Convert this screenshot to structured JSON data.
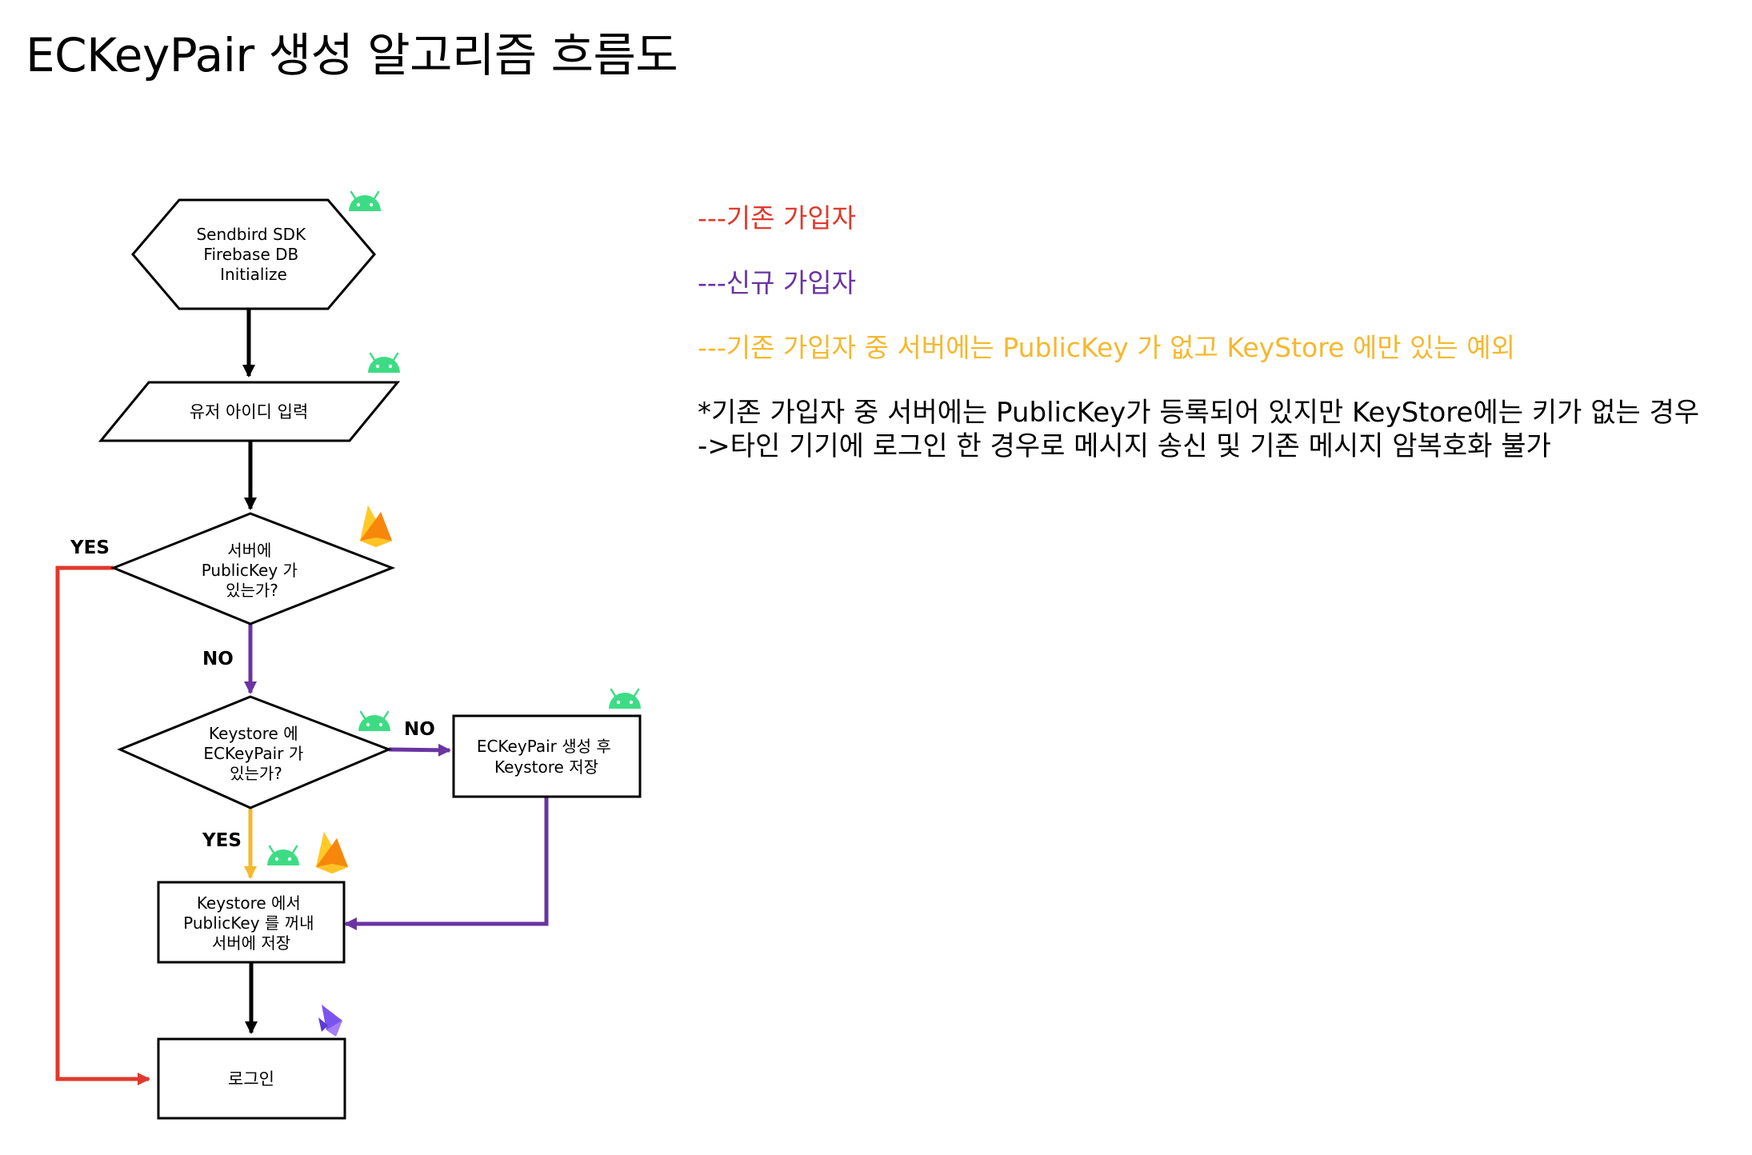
{
  "title": "ECKeyPair 생성 알고리즘 흐름도",
  "nodes": {
    "init": [
      "Sendbird SDK",
      "Firebase DB",
      "Initialize"
    ],
    "input_user_id": "유저 아이디 입력",
    "server_has_key": [
      "서버에",
      "PublicKey 가",
      "있는가?"
    ],
    "keystore_has_pair": [
      "Keystore 에",
      "ECKeyPair 가",
      "있는가?"
    ],
    "generate_pair": [
      "ECKeyPair 생성 후",
      "Keystore 저장"
    ],
    "upload_key": [
      "Keystore 에서",
      "PublicKey 를 꺼내",
      "서버에 저장"
    ],
    "login": "로그인"
  },
  "edge_labels": {
    "server_yes": "YES",
    "server_no": "NO",
    "keystore_no": "NO",
    "keystore_yes": "YES"
  },
  "legend": {
    "existing_user": "---기존 가입자",
    "new_user": "---신규 가입자",
    "exception": "---기존 가입자 중 서버에는 PublicKey 가 없고 KeyStore 에만 있는 예외"
  },
  "note": {
    "line1": "*기존 가입자 중 서버에는 PublicKey가 등록되어 있지만 KeyStore에는 키가 없는 경우",
    "line2": "->타인 기기에 로그인 한 경우로 메시지 송신 및 기존 메시지 암복호화 불가"
  },
  "colors": {
    "existing_user": "#e0392c",
    "new_user": "#6a34a3",
    "exception": "#f5b82e",
    "default_flow": "#000000",
    "android": "#3ddc84",
    "firebase": "#ffa000",
    "sendbird": "#7b53ef"
  },
  "icons": {
    "platform": "android-icon",
    "database": "firebase-icon",
    "chat_sdk": "sendbird-icon"
  }
}
